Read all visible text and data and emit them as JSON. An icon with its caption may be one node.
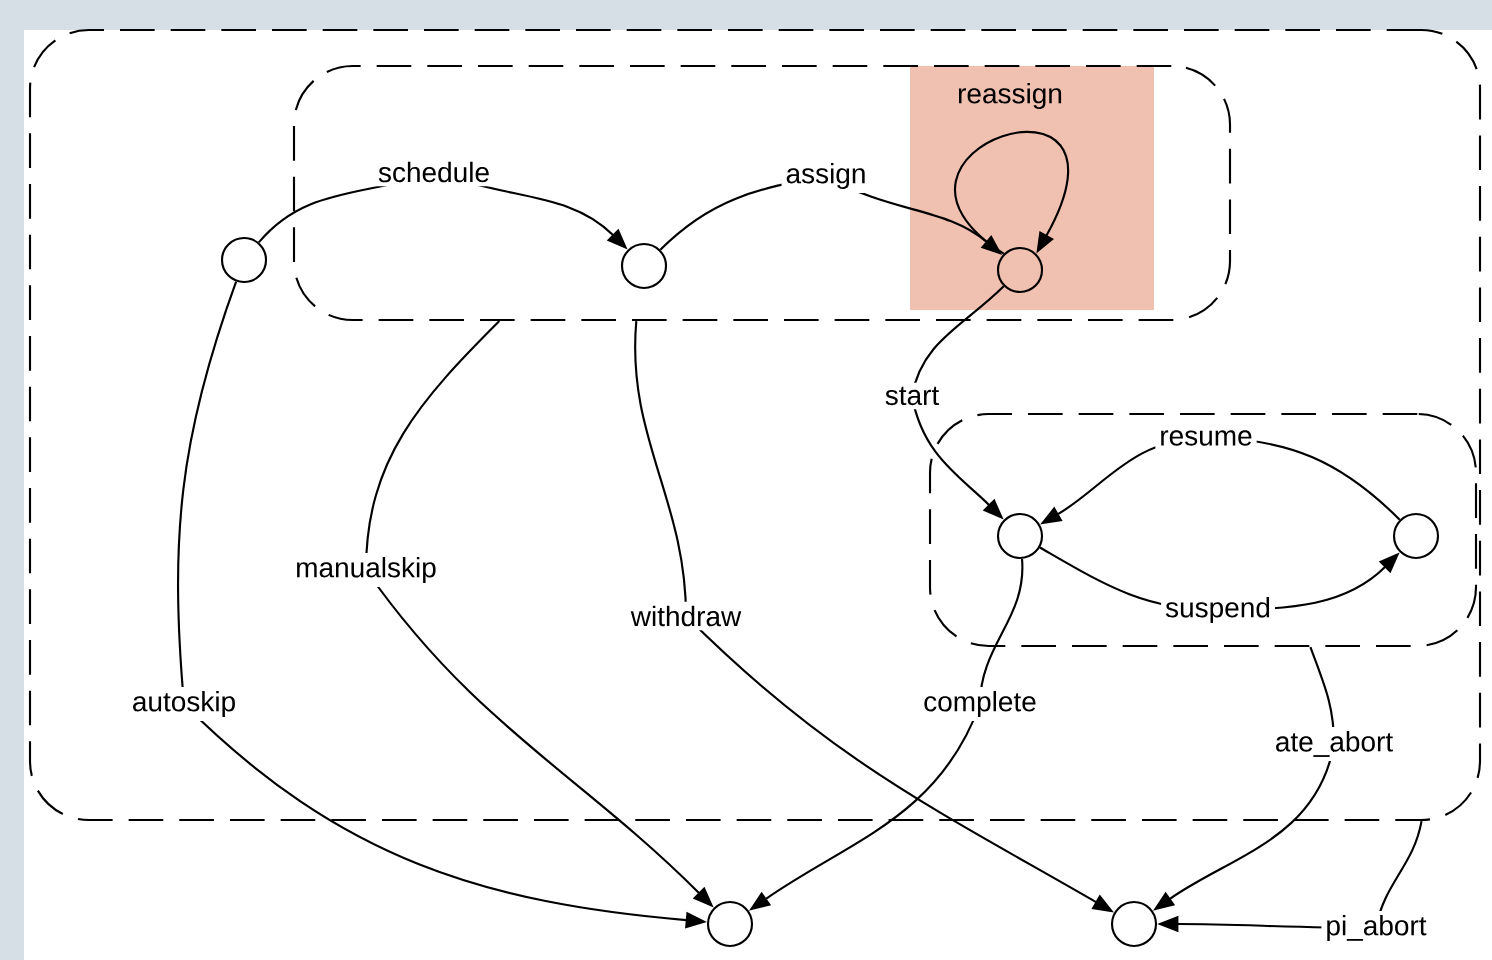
{
  "diagram": {
    "nodes": [
      {
        "text": [],
        "shape": "box"
      },
      {
        "text": [],
        "shape": "box",
        "in": 0
      },
      {
        "text": [],
        "shape": "circle",
        "in": 0
      },
      {
        "text": [],
        "shape": "circle",
        "in": 1
      },
      {
        "text": [],
        "shape": "circle",
        "in": 1
      },
      {
        "text": [],
        "shape": "box",
        "in": 0
      },
      {
        "text": [],
        "shape": "circle",
        "in": 5
      },
      {
        "text": [],
        "shape": "circle",
        "in": 5
      },
      {
        "text": [],
        "shape": "circle"
      },
      {
        "text": [],
        "shape": "circle"
      }
    ],
    "edges": [
      {
        "from": 2,
        "to": 3,
        "arrow": "to",
        "label": "schedule"
      },
      {
        "from": 3,
        "to": 4,
        "arrow": "to",
        "label": "assign"
      },
      {
        "from": 4,
        "to": 4,
        "arrow": "to",
        "label": "reassign"
      },
      {
        "from": 4,
        "to": 6,
        "arrow": "to",
        "label": "start"
      },
      {
        "from": 7,
        "to": 6,
        "arrow": "to",
        "label": "resume"
      },
      {
        "from": 6,
        "to": 7,
        "arrow": "to",
        "label": "suspend"
      },
      {
        "from": 6,
        "to": 8,
        "arrow": "to",
        "label": "complete"
      },
      {
        "from": 2,
        "to": 8,
        "arrow": "to",
        "label": "autoskip"
      },
      {
        "from": 1,
        "to": 8,
        "arrow": "to",
        "label": "manualskip"
      },
      {
        "from": 1,
        "to": 9,
        "arrow": "to",
        "label": "withdraw"
      },
      {
        "from": 5,
        "to": 9,
        "arrow": "to",
        "label": "ate_abort"
      },
      {
        "from": 0,
        "to": 9,
        "arrow": "to",
        "label": "pi_abort"
      }
    ]
  }
}
